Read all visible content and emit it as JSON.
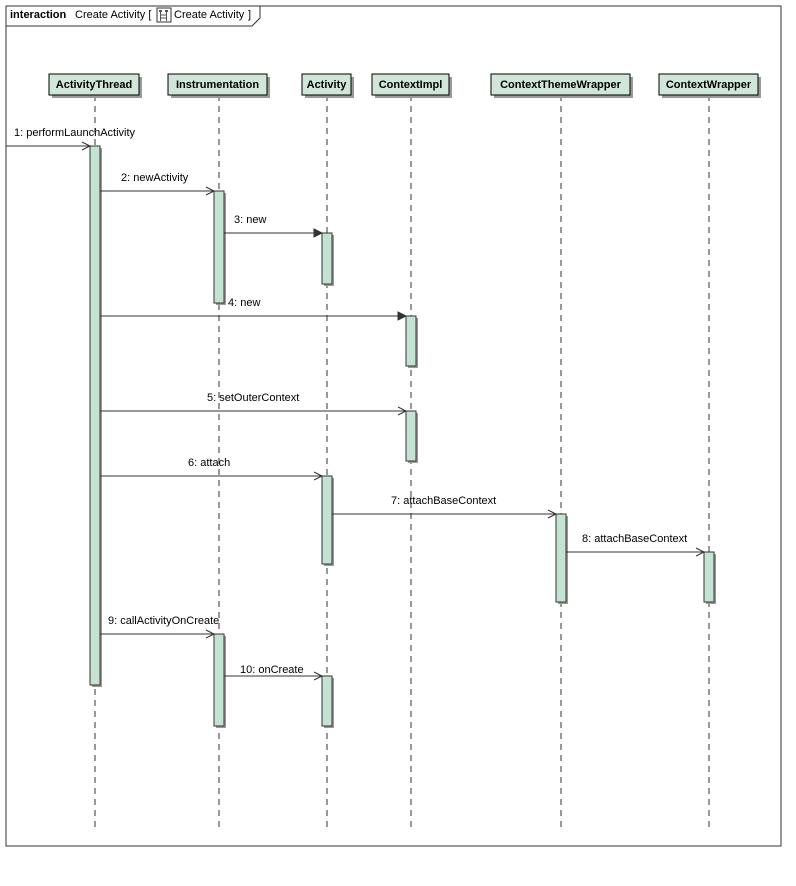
{
  "frame": {
    "kind": "interaction",
    "title_open": "Create Activity [",
    "icon": "sequence-diagram-icon",
    "ref_name": "Create Activity",
    "title_close": "]"
  },
  "lifelines": [
    {
      "id": "ActivityThread",
      "label": "ActivityThread"
    },
    {
      "id": "Instrumentation",
      "label": "Instrumentation"
    },
    {
      "id": "Activity",
      "label": "Activity"
    },
    {
      "id": "ContextImpl",
      "label": "ContextImpl"
    },
    {
      "id": "ContextThemeWrapper",
      "label": "ContextThemeWrapper"
    },
    {
      "id": "ContextWrapper",
      "label": "ContextWrapper"
    }
  ],
  "messages": [
    {
      "label": "1: performLaunchActivity",
      "from": null,
      "to": "ActivityThread",
      "kind": "found"
    },
    {
      "label": "2: newActivity",
      "from": "ActivityThread",
      "to": "Instrumentation",
      "kind": "call"
    },
    {
      "label": "3: new",
      "from": "Instrumentation",
      "to": "Activity",
      "kind": "create"
    },
    {
      "label": "4: new",
      "from": "ActivityThread",
      "to": "ContextImpl",
      "kind": "create"
    },
    {
      "label": "5: setOuterContext",
      "from": "ActivityThread",
      "to": "ContextImpl",
      "kind": "call"
    },
    {
      "label": "6: attach",
      "from": "ActivityThread",
      "to": "Activity",
      "kind": "call"
    },
    {
      "label": "7: attachBaseContext",
      "from": "Activity",
      "to": "ContextThemeWrapper",
      "kind": "call"
    },
    {
      "label": "8: attachBaseContext",
      "from": "ContextThemeWrapper",
      "to": "ContextWrapper",
      "kind": "call"
    },
    {
      "label": "9: callActivityOnCreate",
      "from": "ActivityThread",
      "to": "Instrumentation",
      "kind": "call"
    },
    {
      "label": "10: onCreate",
      "from": "Instrumentation",
      "to": "Activity",
      "kind": "call"
    }
  ]
}
